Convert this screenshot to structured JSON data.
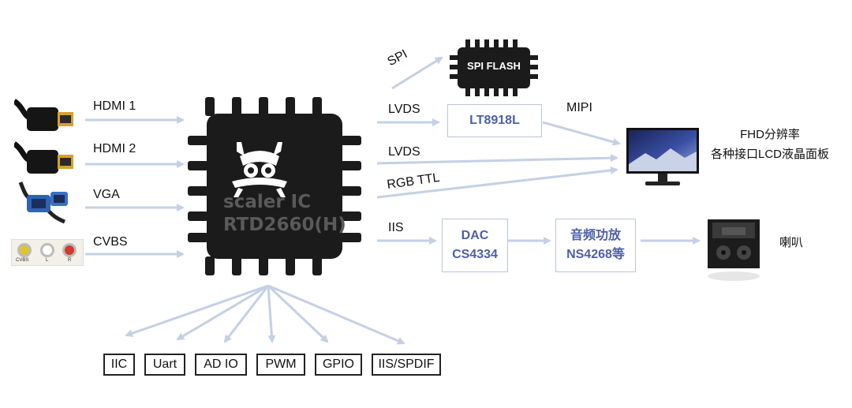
{
  "inputs": {
    "hdmi1": "HDMI 1",
    "hdmi2": "HDMI 2",
    "vga": "VGA",
    "cvbs": "CVBS",
    "cvbs_jack_labels": [
      "CVBS",
      "L",
      "R"
    ]
  },
  "chip": {
    "line1": "scaler IC",
    "line2": "RTD2660(H)"
  },
  "outputs": {
    "spi": "SPI",
    "spi_flash": "SPI FLASH",
    "lvds1": "LVDS",
    "lt8918l": "LT8918L",
    "mipi": "MIPI",
    "lvds2": "LVDS",
    "rgb_ttl": "RGB TTL",
    "iis": "IIS",
    "dac_line1": "DAC",
    "dac_line2": "CS4334",
    "amp_line1": "音频功放",
    "amp_line2": "NS4268等",
    "display_line1": "FHD分辨率",
    "display_line2": "各种接口LCD液晶面板",
    "speaker": "喇叭"
  },
  "peripherals": [
    "IIC",
    "Uart",
    "AD IO",
    "PWM",
    "GPIO",
    "IIS/SPDIF"
  ],
  "colors": {
    "arrow": "#c4d0e4",
    "box_border": "#b9c6dc",
    "box_text": "#4d5fa8",
    "chip": "#1b1b1b",
    "chip_text": "#5a5a5a"
  }
}
